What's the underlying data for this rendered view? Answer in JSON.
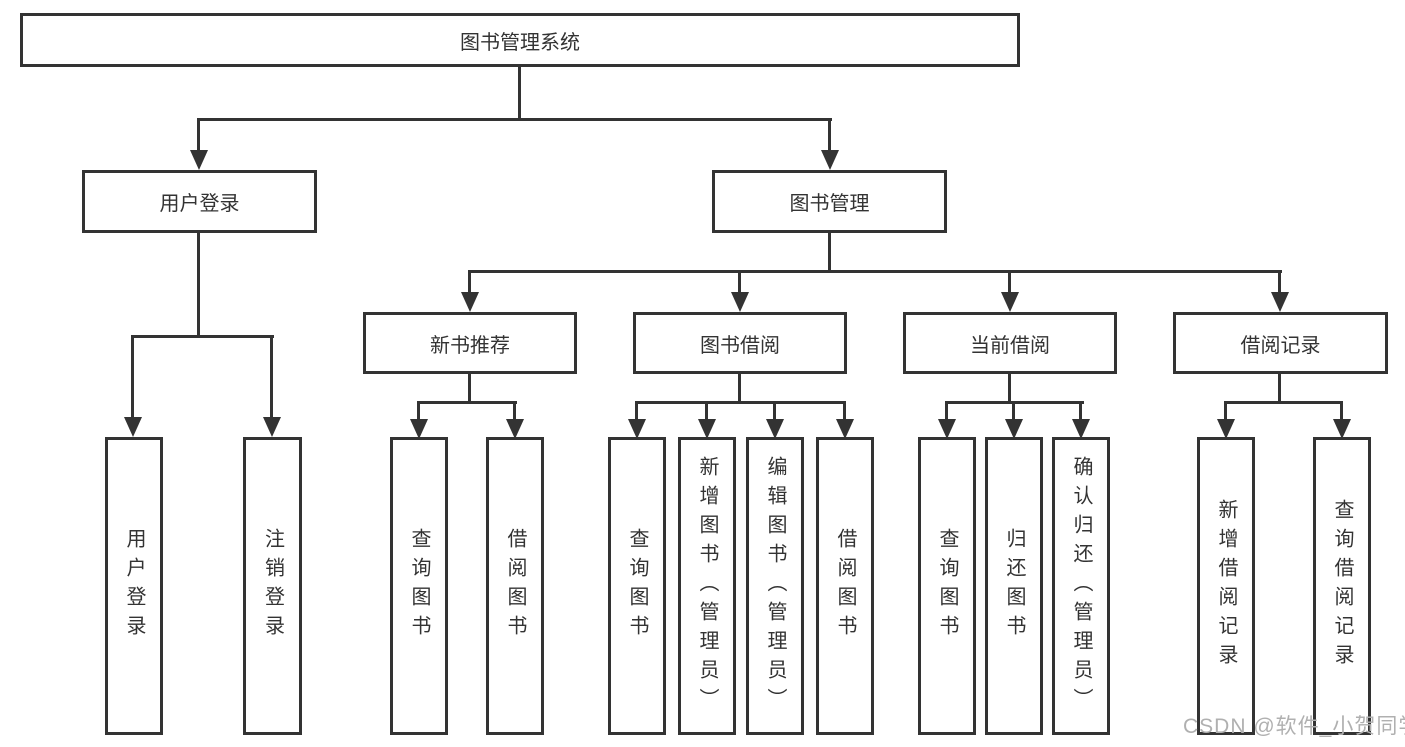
{
  "diagram": {
    "title": "图书管理系统",
    "root": {
      "label": "图书管理系统"
    },
    "level1": [
      {
        "id": "user-login",
        "label": "用户登录"
      },
      {
        "id": "book-management",
        "label": "图书管理"
      }
    ],
    "level2": [
      {
        "id": "new-book-recommend",
        "label": "新书推荐"
      },
      {
        "id": "book-borrowing",
        "label": "图书借阅"
      },
      {
        "id": "current-borrowing",
        "label": "当前借阅"
      },
      {
        "id": "borrowing-records",
        "label": "借阅记录"
      }
    ],
    "leaves": [
      {
        "parent": "user-login",
        "label": "用户登录"
      },
      {
        "parent": "user-login",
        "label": "注销登录"
      },
      {
        "parent": "new-book-recommend",
        "label": "查询图书"
      },
      {
        "parent": "new-book-recommend",
        "label": "借阅图书"
      },
      {
        "parent": "book-borrowing",
        "label": "查询图书"
      },
      {
        "parent": "book-borrowing",
        "label": "新增图书（管理员）"
      },
      {
        "parent": "book-borrowing",
        "label": "编辑图书（管理员）"
      },
      {
        "parent": "book-borrowing",
        "label": "借阅图书"
      },
      {
        "parent": "current-borrowing",
        "label": "查询图书"
      },
      {
        "parent": "current-borrowing",
        "label": "归还图书"
      },
      {
        "parent": "current-borrowing",
        "label": "确认归还（管理员）"
      },
      {
        "parent": "borrowing-records",
        "label": "新增借阅记录"
      },
      {
        "parent": "borrowing-records",
        "label": "查询借阅记录"
      }
    ]
  },
  "watermark": {
    "text": "CSDN @软件_小贺同学"
  },
  "colors": {
    "line": "#333333",
    "text": "#333333",
    "watermark": "#b0b0b0",
    "background": "#ffffff"
  }
}
